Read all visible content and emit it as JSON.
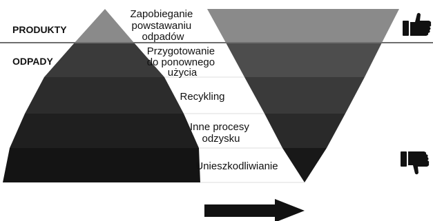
{
  "side_labels": {
    "products": "PRODUKTY",
    "waste": "ODPADY"
  },
  "levels": [
    {
      "lines": [
        "Zapobieganie",
        "powstawaniu",
        "odpadów"
      ]
    },
    {
      "lines": [
        "Przygotowanie",
        "do ponownego",
        "użycia"
      ]
    },
    {
      "lines": [
        "Recykling"
      ]
    },
    {
      "lines": [
        "Inne procesy",
        "odzysku"
      ]
    },
    {
      "lines": [
        "Unieszkodliwianie"
      ]
    }
  ],
  "icons": {
    "top": "thumbs-up-icon",
    "bottom": "thumbs-down-icon",
    "arrow": "right-arrow-icon"
  },
  "colors": {
    "pyramid_bands": [
      "#8a8a8a",
      "#3a3a3a",
      "#2c2c2c",
      "#1f1f1f",
      "#141414",
      "#0b0b0b"
    ],
    "funnel_bands": [
      "#8a8a8a",
      "#4d4d4d",
      "#3a3a3a",
      "#2a2a2a",
      "#181818"
    ],
    "divider": "#6e6e6e",
    "row_rule": "#dddddd"
  }
}
